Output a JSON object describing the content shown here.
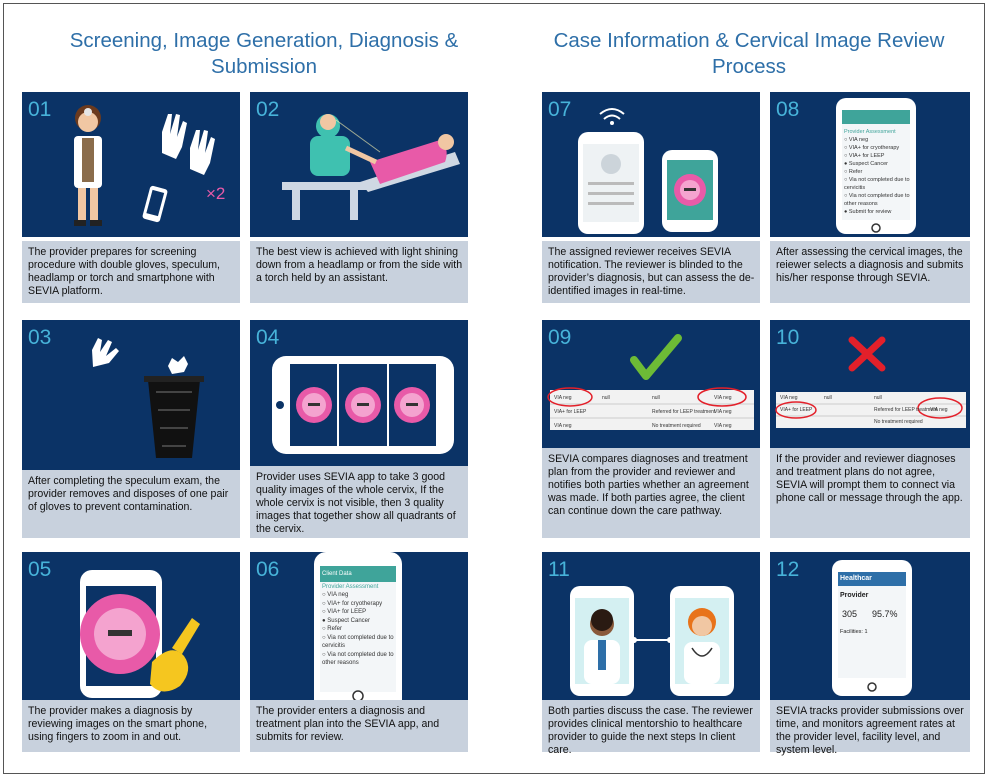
{
  "column_titles": {
    "left": "Screening, Image Generation, Diagnosis & Submission",
    "right": "Case Information & Cervical Image Review Process"
  },
  "colors": {
    "panel_bg": "#0b3366",
    "caption_bg": "#c8d1dd",
    "number": "#47b3d9",
    "title": "#2e6fa8",
    "accent_pink": "#e85aa8",
    "check_green": "#6dbb36",
    "cross_red": "#e3202a"
  },
  "panels": [
    {
      "num": "01",
      "caption": "The provider prepares for screening procedure with double gloves, speculum, headlamp or torch and smartphone with SEVIA platform."
    },
    {
      "num": "02",
      "caption": "The best view is achieved with light shining down from a headlamp or from the side with a torch held  by an assistant."
    },
    {
      "num": "03",
      "caption": "After completing the speculum exam, the provider removes and disposes of one pair of gloves to prevent contamination."
    },
    {
      "num": "04",
      "caption": "Provider uses SEVIA app to take 3 good quality images of the whole cervix, If the whole cervix is not visible, then 3 quality images that together show all quadrants of the cervix."
    },
    {
      "num": "05",
      "caption": "The provider makes a diagnosis by reviewing images on the smart phone, using fingers to zoom in and out."
    },
    {
      "num": "06",
      "caption": "The provider enters a diagnosis and treatment plan into the SEVIA app, and submits for review."
    },
    {
      "num": "07",
      "caption": "The assigned reviewer receives SEVIA notification. The reviewer is blinded to the provider’s diagnosis, but can assess the de-identified images in real-time."
    },
    {
      "num": "08",
      "caption": "After assessing the cervical images, the reiewer selects a diagnosis and submits his/her response through SEVIA."
    },
    {
      "num": "09",
      "caption": "SEVIA compares diagnoses and treatment plan from the provider and reviewer and  notifies both parties whether an agreement was made. If both parties agree, the client can continue down the care pathway."
    },
    {
      "num": "10",
      "caption": "If the provider and reviewer diagnoses and treatment plans do not agree, SEVIA will prompt them to connect via phone call or message through the app."
    },
    {
      "num": "11",
      "caption": "Both parties discuss the case. The reviewer provides clinical mentorshio to healthcare provider to guide the next steps In client care."
    },
    {
      "num": "12",
      "caption": "SEVIA tracks provider submissions over time, and monitors agreement rates at the provider level, facility level, and system level."
    }
  ],
  "art_text": {
    "times_two": "×2",
    "form_header": "Client Data",
    "provider_assessment": "Provider Assessment",
    "options": [
      "VIA neg",
      "VIA+ for cryotherapy",
      "VIA+ for LEEP",
      "Suspect Cancer",
      "Refer",
      "Via not completed due to cervicitis",
      "Via not completed due to other reasons"
    ],
    "submit_for_review": "Submit for review",
    "table_rows": [
      [
        "VIA neg",
        "null",
        "null",
        "VIA neg"
      ],
      [
        "VIA+ for LEEP",
        "",
        "Referred for LEEP treatment",
        "VIA neg"
      ],
      [
        "VIA neg",
        "",
        "No treatment required",
        "VIA neg"
      ]
    ],
    "stats_title": "Healthcar",
    "stats_provider": "Provider",
    "stats_count": "305",
    "stats_rate": "95.7%",
    "stats_facility": "Facilities: 1"
  }
}
